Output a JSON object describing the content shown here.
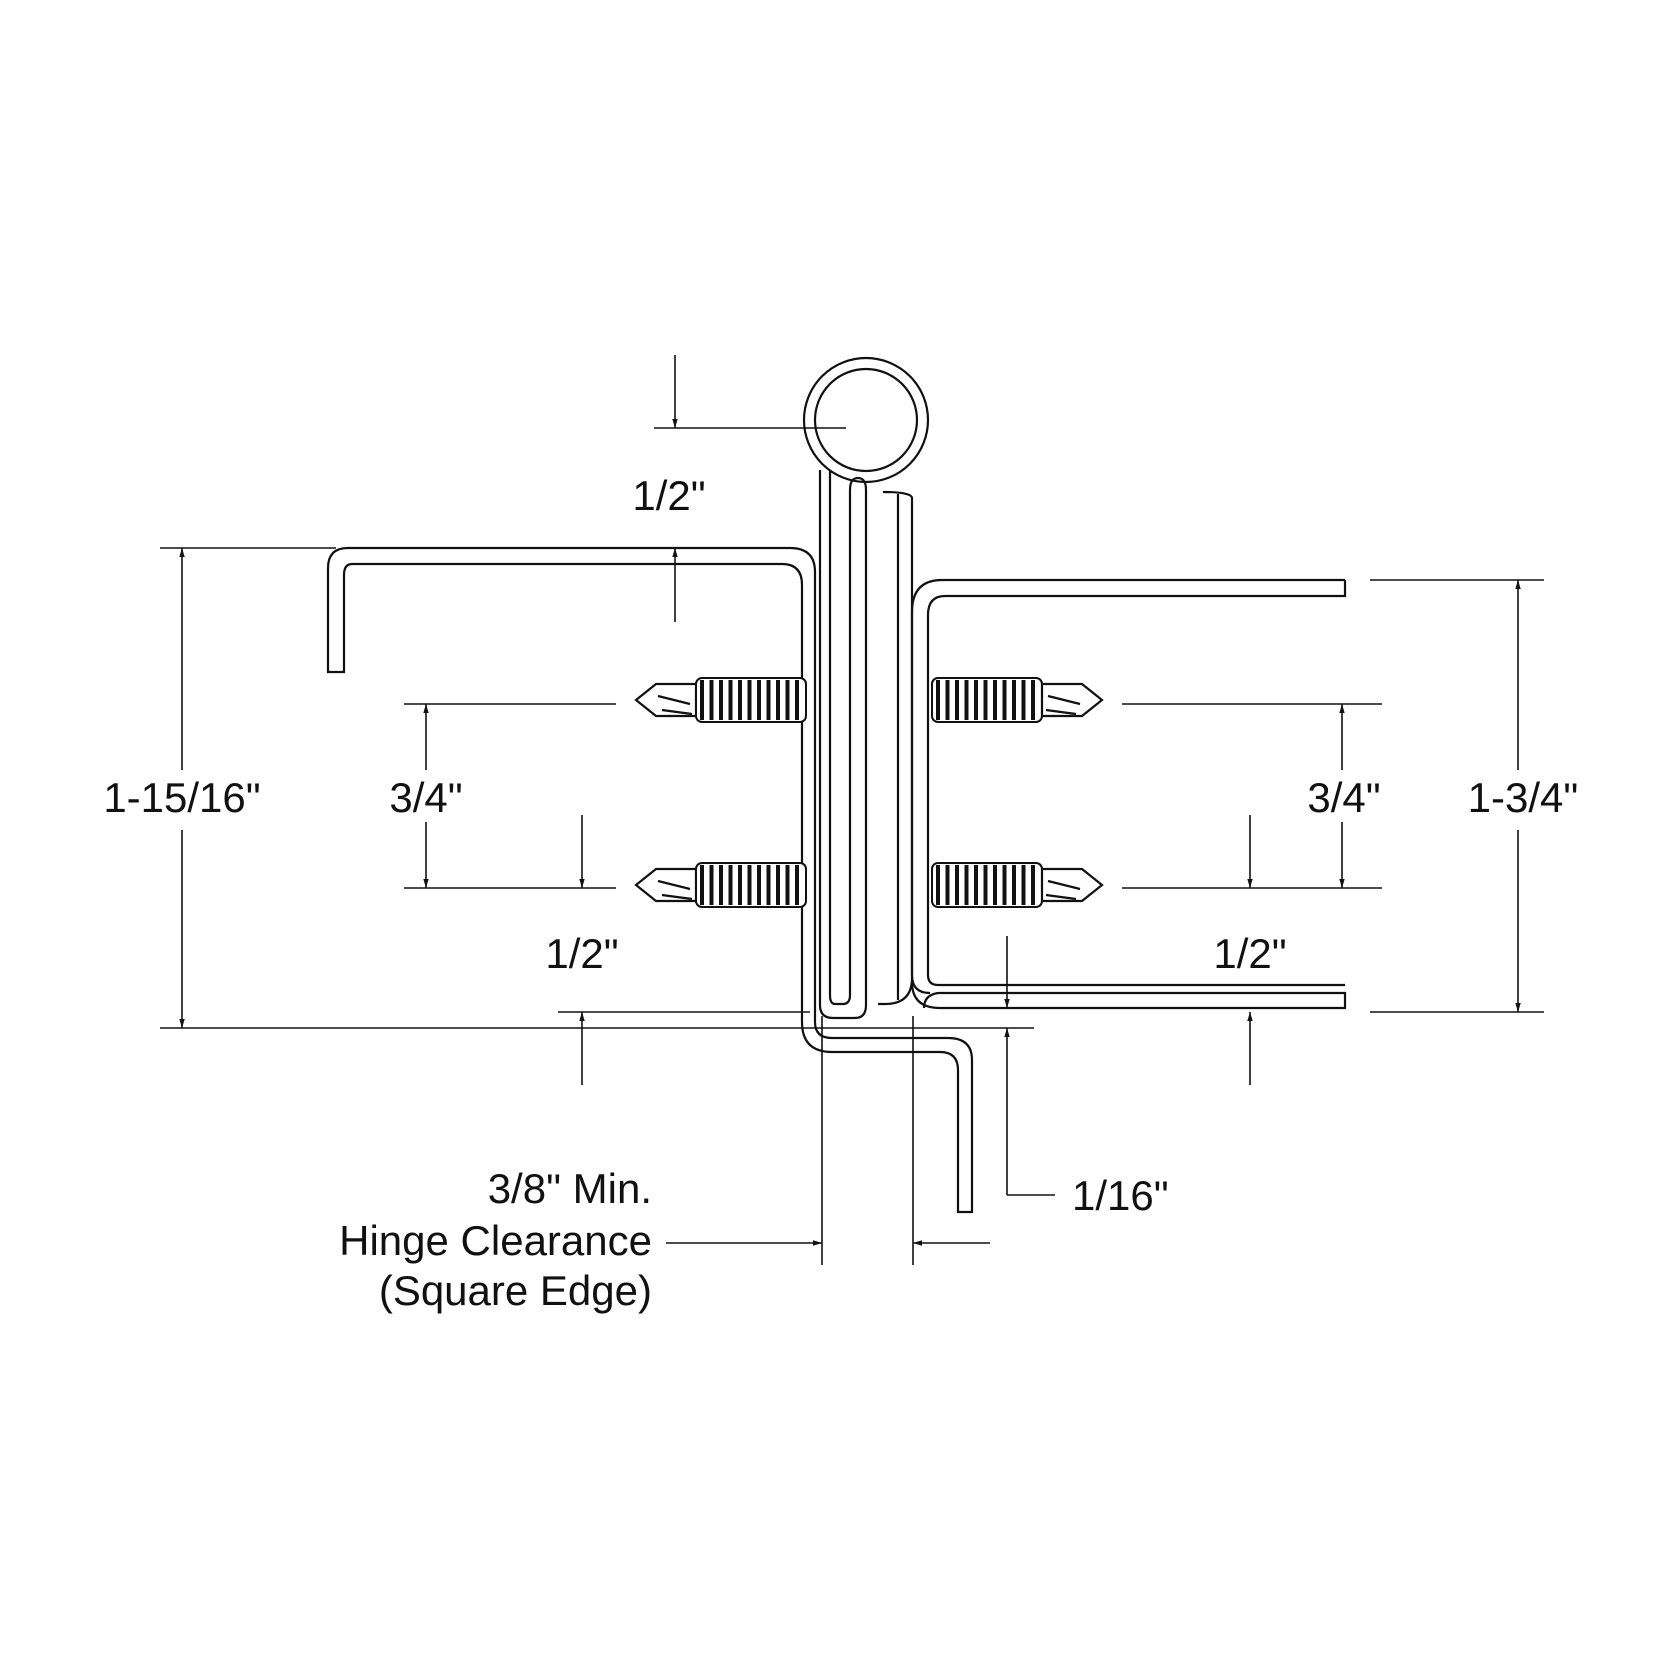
{
  "colors": {
    "line": "#111111",
    "background": "#ffffff"
  },
  "labels": {
    "top_knuckle_half": "1/2\"",
    "overall_left": "1-15/16\"",
    "screw_spacing_left": "3/4\"",
    "screw_spacing_right": "3/4\"",
    "overall_right": "1-3/4\"",
    "bottom_left_half": "1/2\"",
    "bottom_right_half": "1/2\"",
    "clearance_line1": "3/8\" Min.",
    "clearance_line2": "Hinge Clearance",
    "clearance_line3": "(Square Edge)",
    "offset_sixteenth": "1/16\""
  }
}
